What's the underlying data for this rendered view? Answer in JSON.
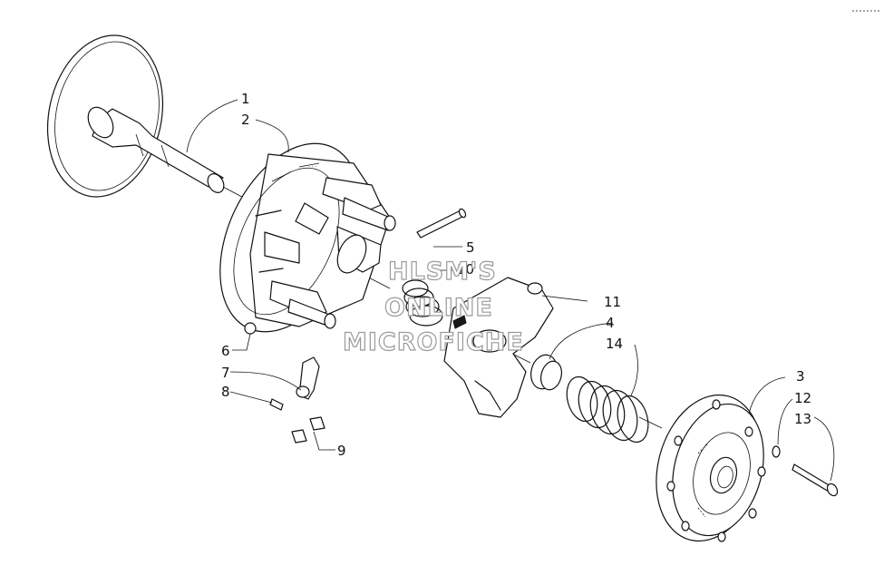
{
  "diagram": {
    "callouts": [
      {
        "id": "c1",
        "label": "1"
      },
      {
        "id": "c2",
        "label": "2"
      },
      {
        "id": "c3",
        "label": "3"
      },
      {
        "id": "c4",
        "label": "4"
      },
      {
        "id": "c5",
        "label": "5"
      },
      {
        "id": "c6",
        "label": "6"
      },
      {
        "id": "c7",
        "label": "7"
      },
      {
        "id": "c8",
        "label": "8"
      },
      {
        "id": "c9",
        "label": "9"
      },
      {
        "id": "c10",
        "label": "10"
      },
      {
        "id": "c11",
        "label": "11"
      },
      {
        "id": "c12",
        "label": "12"
      },
      {
        "id": "c13",
        "label": "13"
      },
      {
        "id": "c14",
        "label": "14"
      }
    ],
    "watermark": {
      "line1": "HLSM'S",
      "line2": "ONLINE",
      "line3": "MICROFICHE"
    },
    "colors": {
      "ink": "#111111",
      "watermark_outline": "#9a9a9a",
      "background": "#ffffff"
    }
  }
}
